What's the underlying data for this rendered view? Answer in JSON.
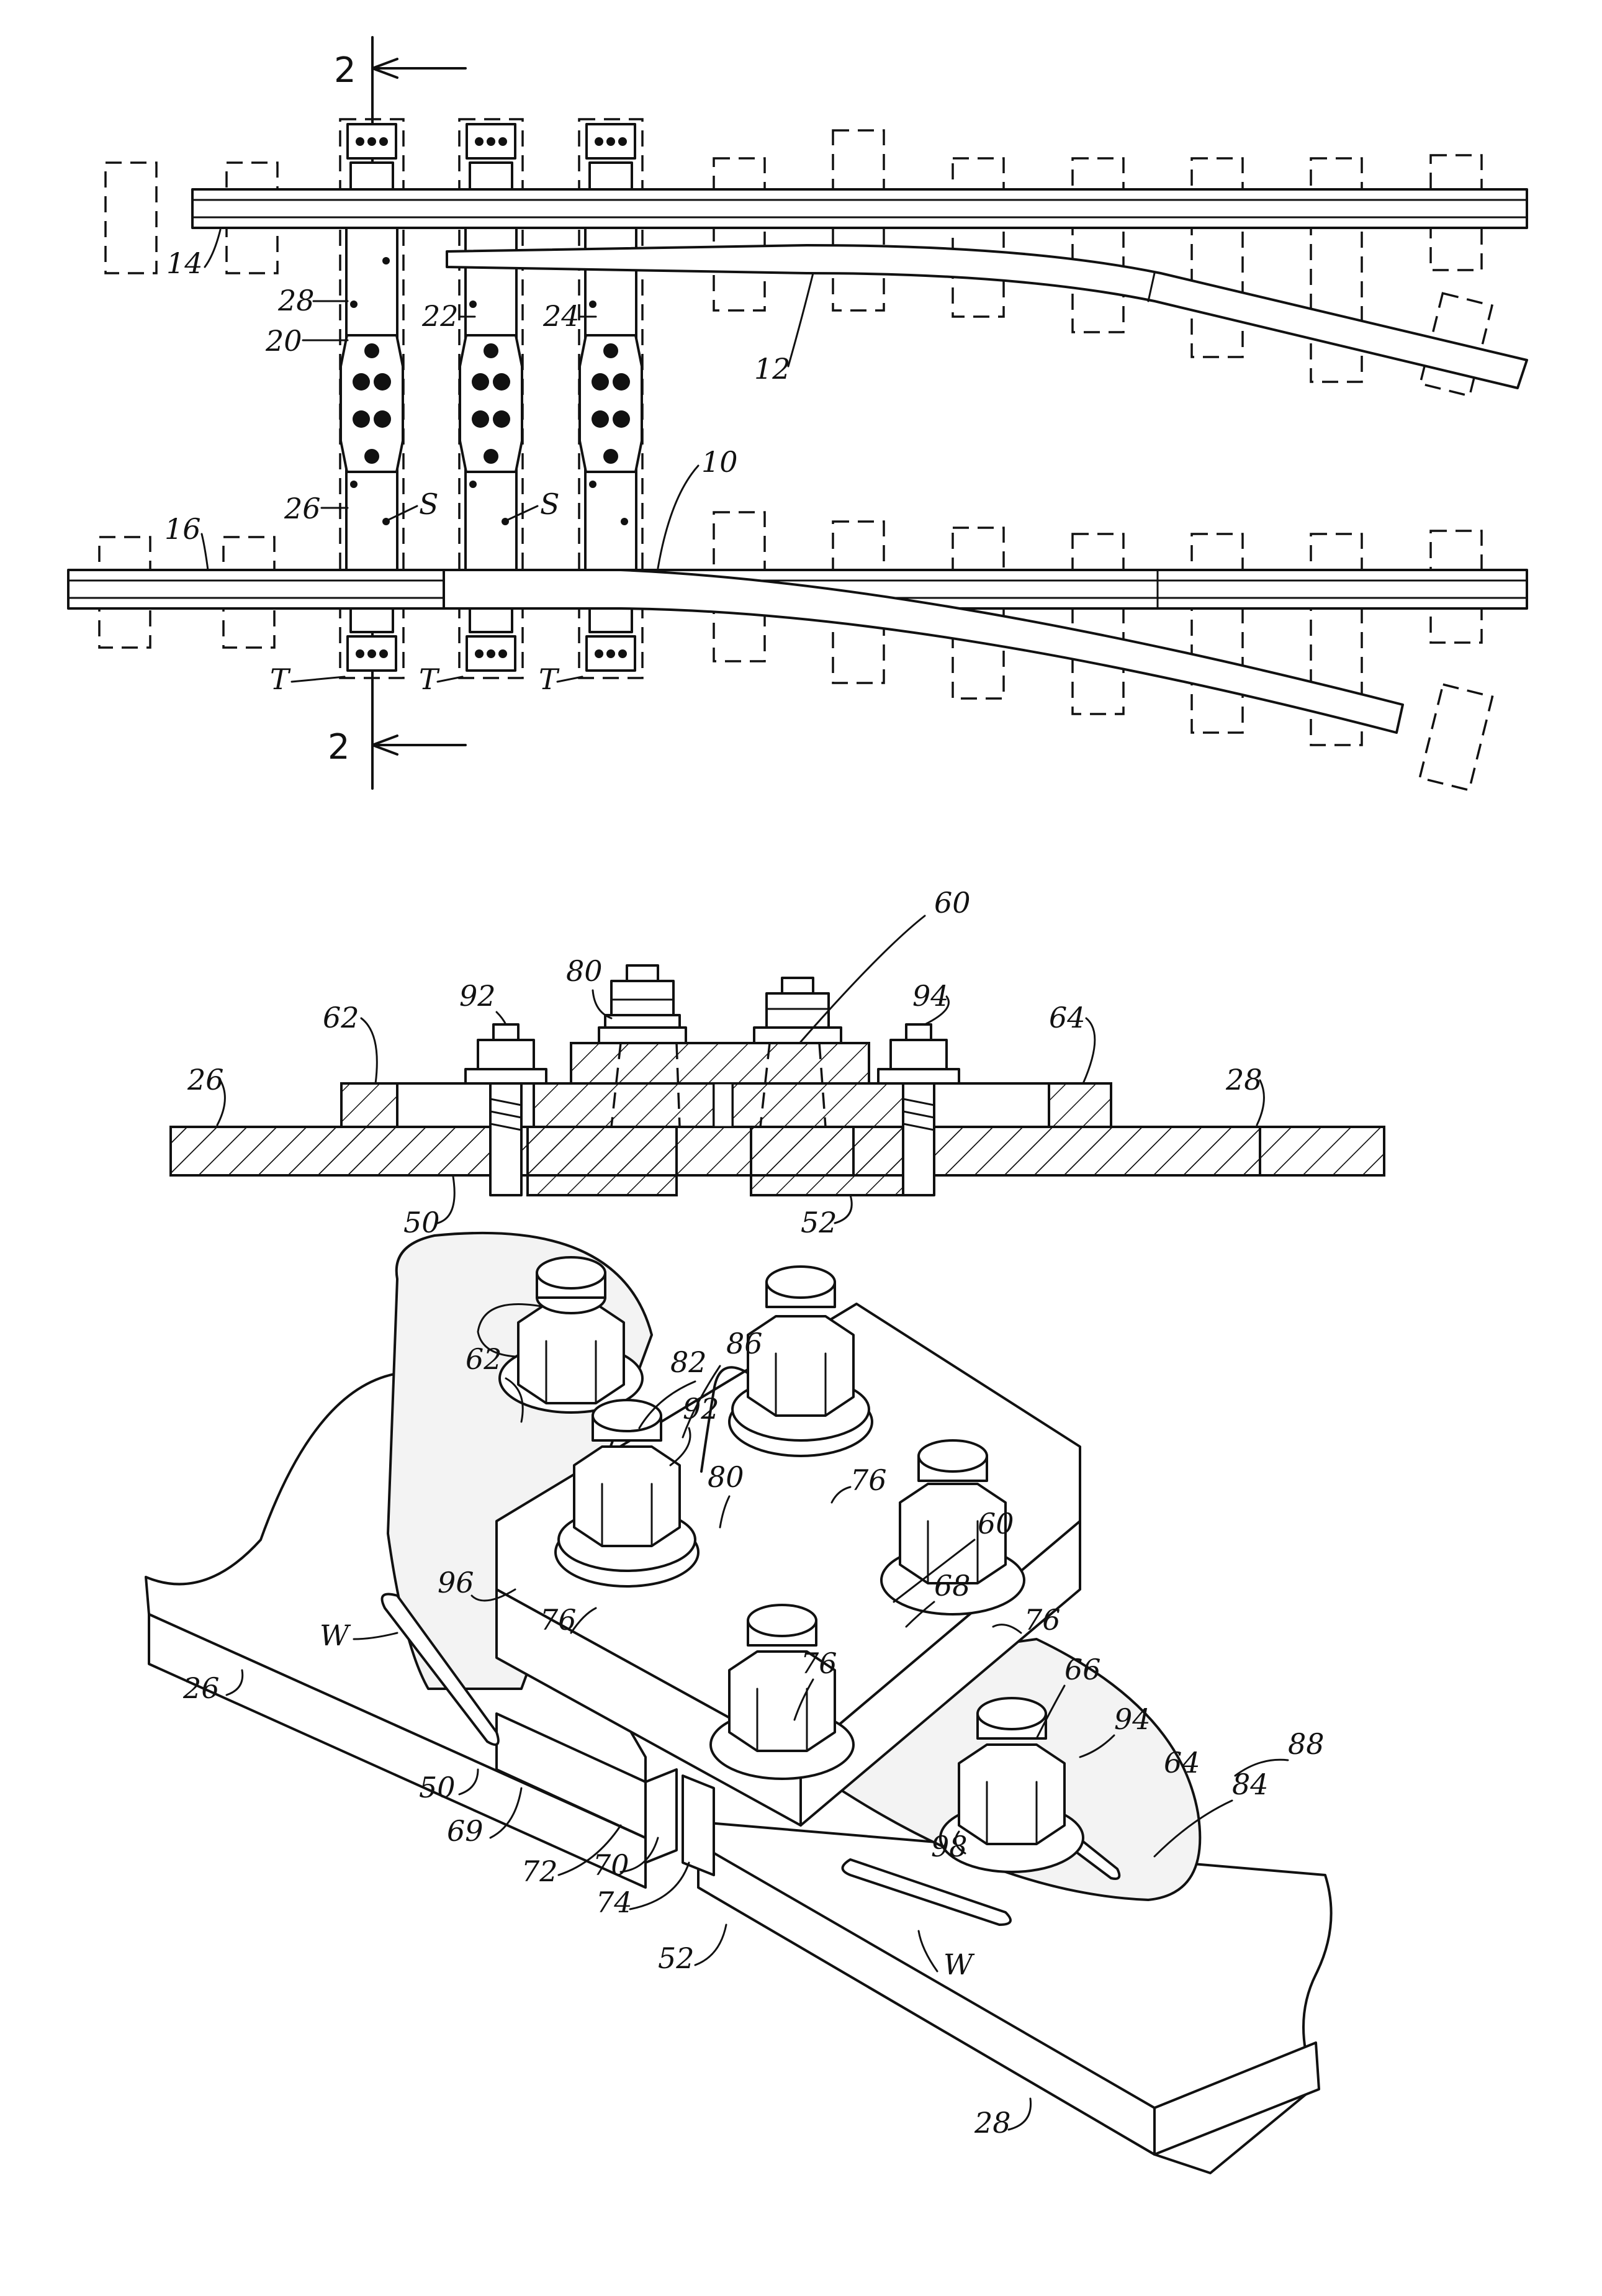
{
  "fig1": {
    "section_mark_top": "2",
    "section_mark_bottom": "2",
    "labels": {
      "l14": "14",
      "l12": "12",
      "l28": "28",
      "l20": "20",
      "l22": "22",
      "l24": "24",
      "l26": "26",
      "l10": "10",
      "l16": "16",
      "s1": "S",
      "s2": "S",
      "t1": "T",
      "t2": "T",
      "t3": "T"
    }
  },
  "fig2": {
    "labels": {
      "l60": "60",
      "l80": "80",
      "l92": "92",
      "l94": "94",
      "l62": "62",
      "l64": "64",
      "l26": "26",
      "l28": "28",
      "l50": "50",
      "l52": "52"
    }
  },
  "fig3": {
    "labels": {
      "l62": "62",
      "l82": "82",
      "l86": "86",
      "l92": "92",
      "l80": "80",
      "l76a": "76",
      "l60": "60",
      "l68": "68",
      "l96": "96",
      "l76b": "76",
      "l76c": "76",
      "l76d": "76",
      "l66": "66",
      "l94": "94",
      "l88": "88",
      "l64": "64",
      "l84": "84",
      "lw1": "W",
      "l26": "26",
      "l50": "50",
      "l69": "69",
      "l72": "72",
      "l70": "70",
      "l74": "74",
      "l98": "98",
      "l52": "52",
      "lw2": "W",
      "l28": "28"
    }
  }
}
